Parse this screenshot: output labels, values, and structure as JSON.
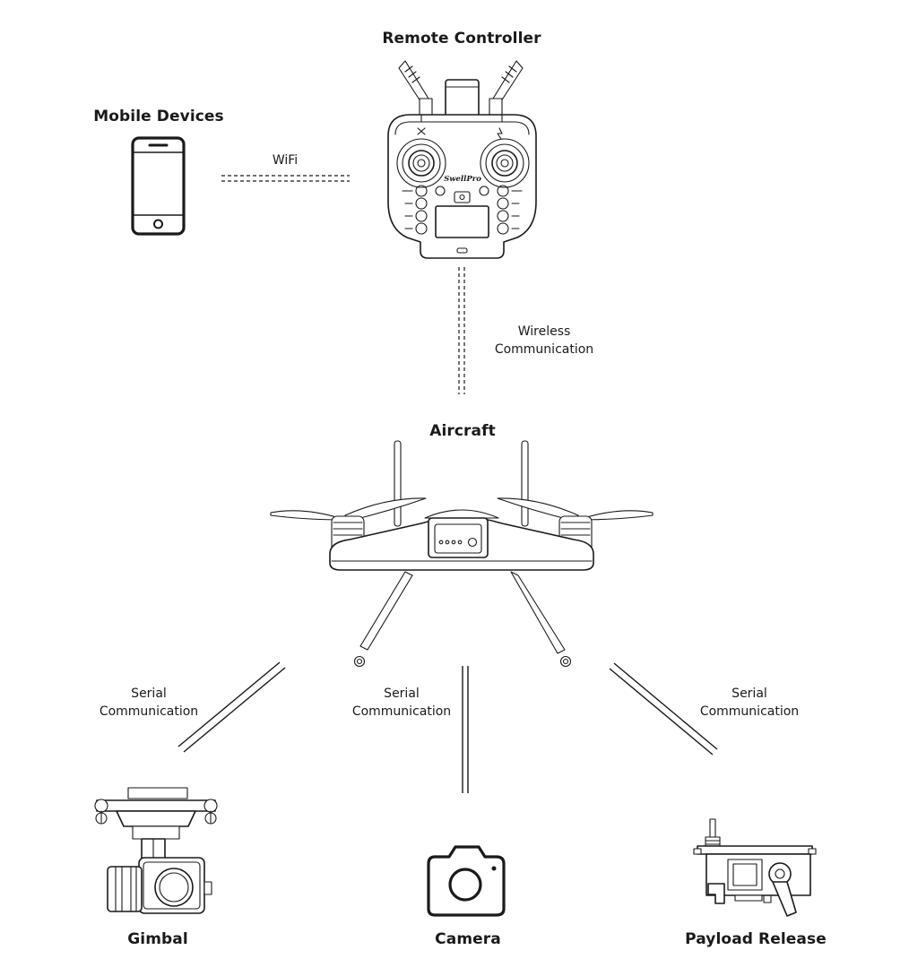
{
  "nodes": {
    "remote_controller": "Remote Controller",
    "mobile_devices": "Mobile Devices",
    "aircraft": "Aircraft",
    "gimbal": "Gimbal",
    "camera": "Camera",
    "payload_release": "Payload Release"
  },
  "remote_brand": "SwellPro",
  "links": {
    "wifi": "WiFi",
    "wireless": {
      "line1": "Wireless",
      "line2": "Communication"
    },
    "serial_gimbal": {
      "line1": "Serial",
      "line2": "Communication"
    },
    "serial_camera": {
      "line1": "Serial",
      "line2": "Communication"
    },
    "serial_payload": {
      "line1": "Serial",
      "line2": "Communication"
    }
  }
}
